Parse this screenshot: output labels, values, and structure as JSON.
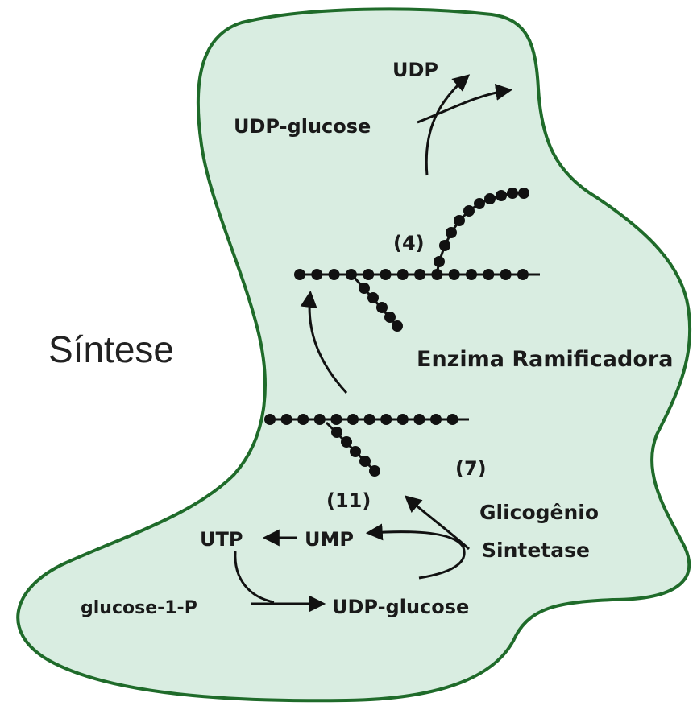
{
  "title": "Síntese",
  "colors": {
    "region_fill": "#d9ede1",
    "region_stroke": "#1f6b2a",
    "ink": "#111111"
  },
  "labels": {
    "udp": "UDP",
    "udp_glucose_top": "UDP-glucose",
    "step4": "(4)",
    "branching_enzyme": "Enzima Ramificadora",
    "step7": "(7)",
    "step11": "(11)",
    "glycogen_synthase_line1": "Glicogênio",
    "glycogen_synthase_line2": "Sintetase",
    "utp": "UTP",
    "ump": "UMP",
    "glucose_1_p": "glucose-1-P",
    "udp_glucose_bottom": "UDP-glucose"
  }
}
